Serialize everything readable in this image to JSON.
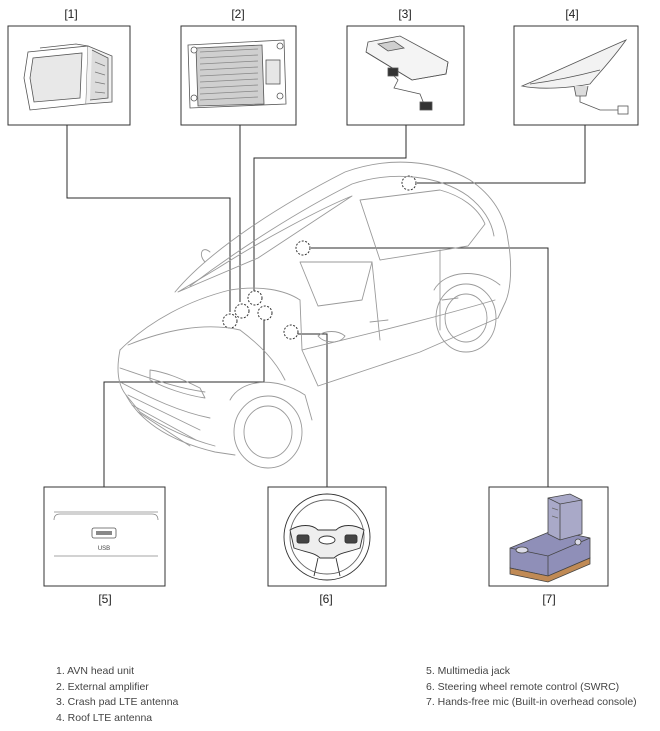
{
  "callouts": [
    "[1]",
    "[2]",
    "[3]",
    "[4]",
    "[5]",
    "[6]",
    "[7]"
  ],
  "usb_label": "USB",
  "legend_left": [
    "1. AVN head unit",
    "2. External amplifier",
    "3. Crash pad LTE antenna",
    "4. Roof LTE antenna"
  ],
  "legend_right": [
    "5. Multimedia jack",
    "6. Steering wheel remote control (SWRC)",
    "7. Hands-free mic (Built-in overhead console)"
  ],
  "colors": {
    "line": "#2b2b2b",
    "car_outline": "#9a9a9a",
    "mic_body": "#8f8fb8",
    "mic_base": "#c08a55"
  }
}
